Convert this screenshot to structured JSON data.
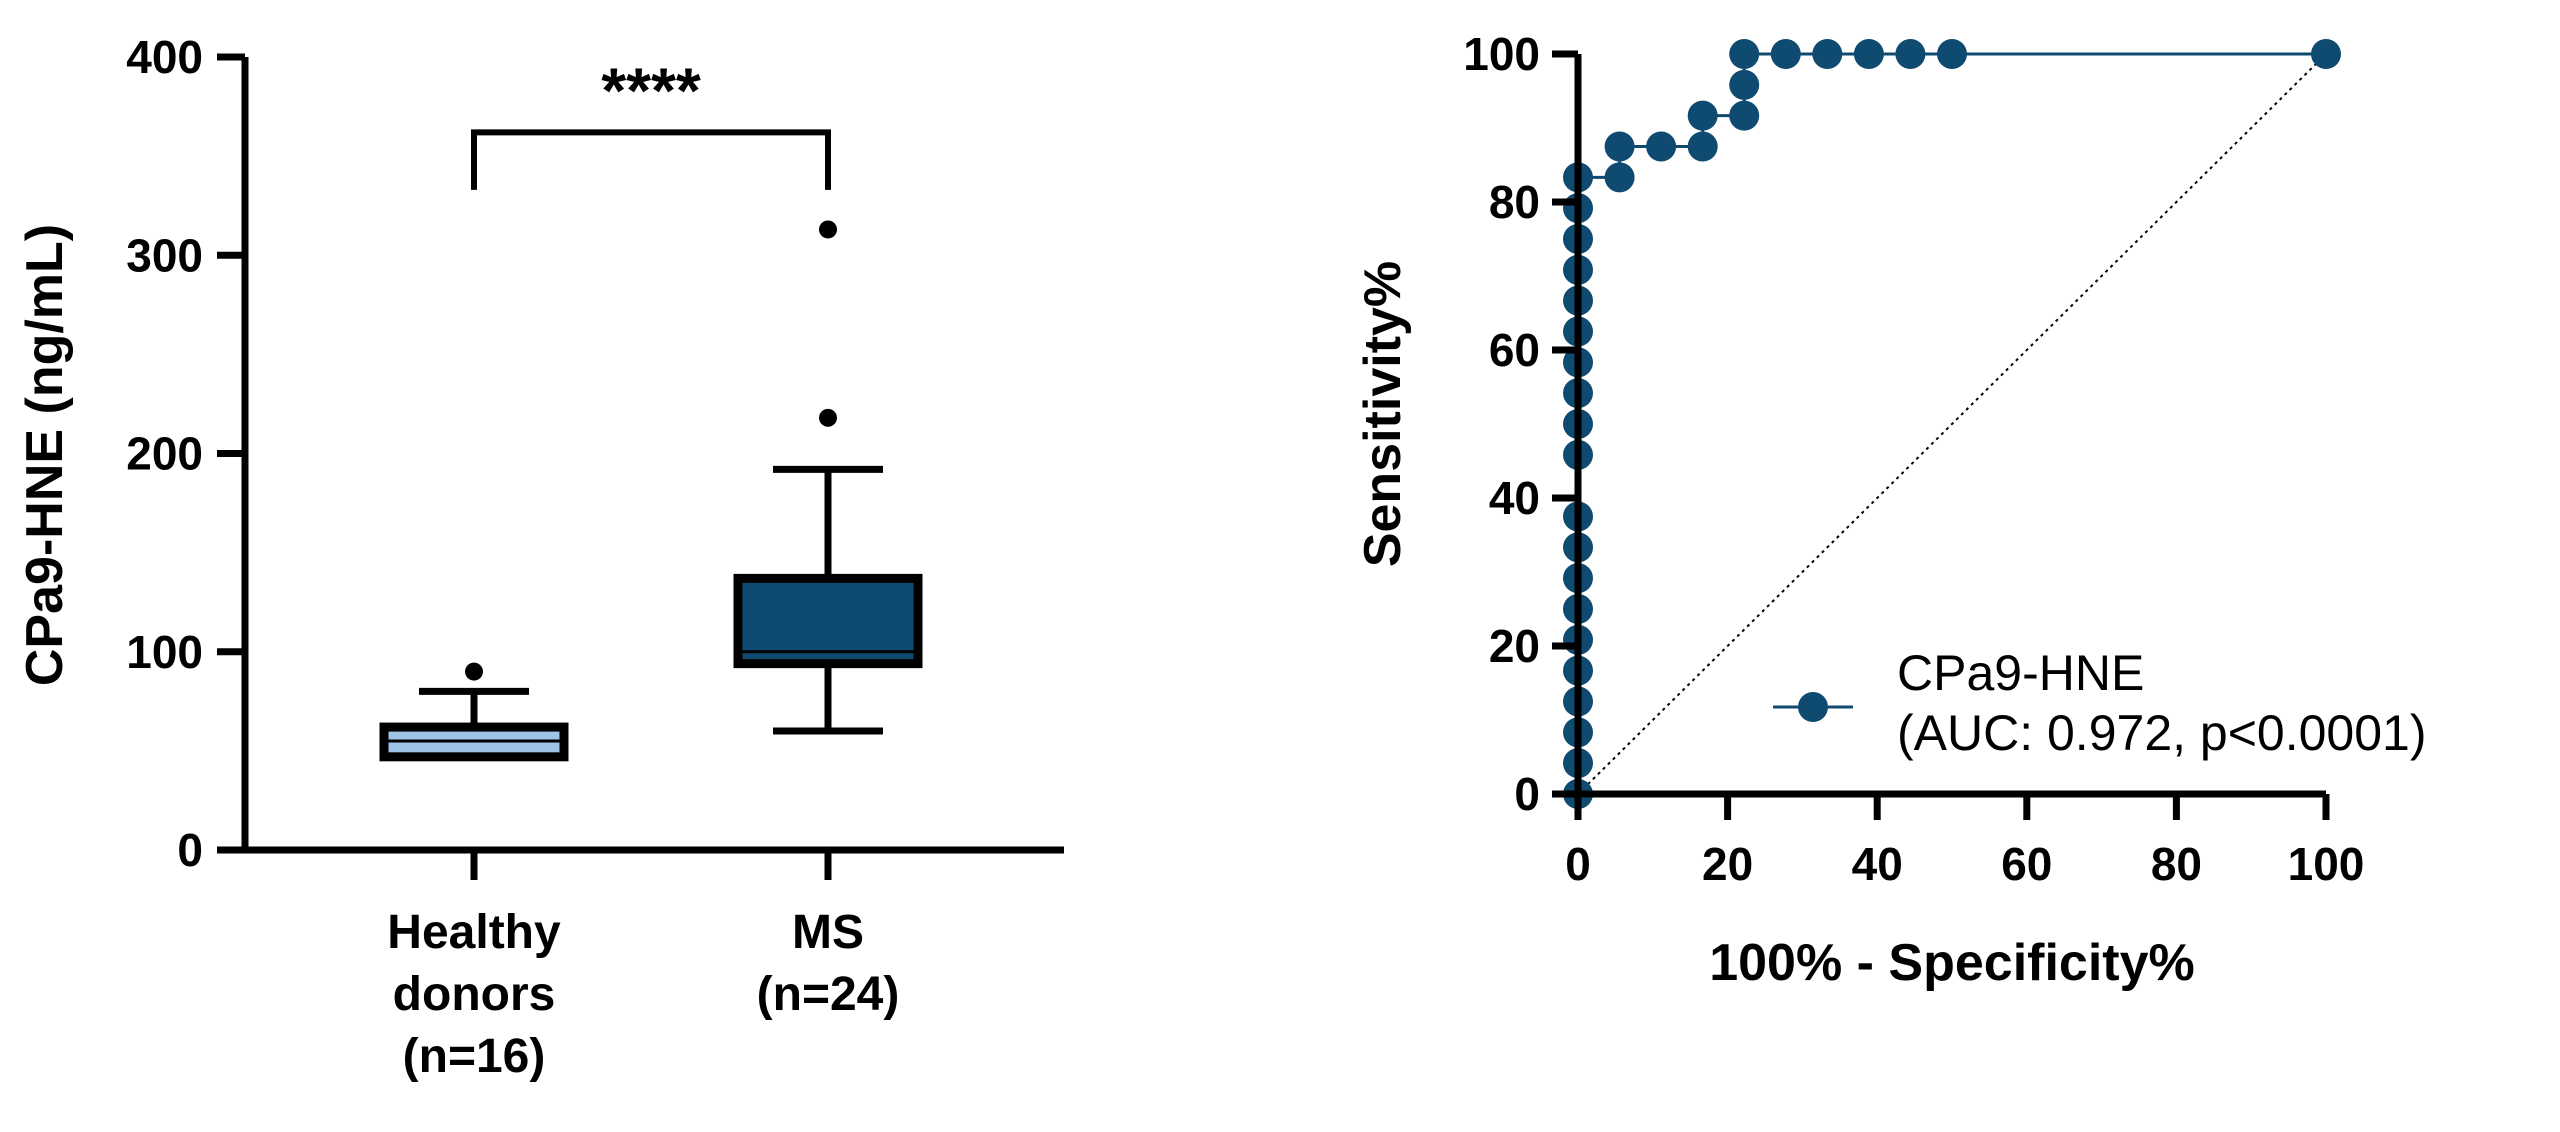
{
  "colors": {
    "healthy_fill": "#9dc3e6",
    "ms_fill": "#0f4a70",
    "roc_marker": "#0f4a70",
    "roc_line": "#0f4a70",
    "axis": "#000000"
  },
  "chart_data": [
    {
      "type": "box",
      "ylabel": "CPa9-HNE (ng/mL)",
      "ylim": [
        0,
        400
      ],
      "yticks": [
        "0",
        "100",
        "200",
        "300",
        "400"
      ],
      "ytick_values": [
        0,
        100,
        200,
        300,
        400
      ],
      "categories": [
        {
          "lines": [
            "Healthy",
            "donors",
            "(n=16)"
          ]
        },
        {
          "lines": [
            "MS",
            "(n=24)"
          ]
        }
      ],
      "boxes": [
        {
          "whisker_low": 47,
          "q1": 47,
          "median": 55,
          "q3": 62,
          "whisker_high": 80,
          "outliers": [
            90
          ]
        },
        {
          "whisker_low": 60,
          "q1": 94,
          "median": 100,
          "q3": 137,
          "whisker_high": 192,
          "outliers": [
            218,
            313
          ]
        }
      ],
      "significance": {
        "label": "****",
        "y": 362,
        "drop_to_left": 333,
        "drop_to_right": 333
      }
    },
    {
      "type": "line",
      "xlabel": "100% - Specificity%",
      "ylabel": "Sensitivity%",
      "xlim": [
        0,
        100
      ],
      "ylim": [
        0,
        100
      ],
      "xticks": [
        "0",
        "20",
        "40",
        "60",
        "80",
        "100"
      ],
      "xtick_values": [
        0,
        20,
        40,
        60,
        80,
        100
      ],
      "yticks": [
        "0",
        "20",
        "40",
        "60",
        "80",
        "100"
      ],
      "ytick_values": [
        0,
        20,
        40,
        60,
        80,
        100
      ],
      "series": [
        {
          "name_lines": [
            "CPa9-HNE",
            "(AUC: 0.972, p<0.0001)"
          ],
          "points": [
            [
              0,
              0
            ],
            [
              0,
              4.17
            ],
            [
              0,
              8.33
            ],
            [
              0,
              12.5
            ],
            [
              0,
              16.67
            ],
            [
              0,
              20.83
            ],
            [
              0,
              25
            ],
            [
              0,
              29.17
            ],
            [
              0,
              33.33
            ],
            [
              0,
              37.5
            ],
            [
              0,
              45.83
            ],
            [
              0,
              50
            ],
            [
              0,
              54.17
            ],
            [
              0,
              58.33
            ],
            [
              0,
              62.5
            ],
            [
              0,
              66.67
            ],
            [
              0,
              70.83
            ],
            [
              0,
              75
            ],
            [
              0,
              79.17
            ],
            [
              0,
              83.33
            ],
            [
              5.56,
              83.33
            ],
            [
              5.56,
              87.5
            ],
            [
              11.11,
              87.5
            ],
            [
              16.67,
              87.5
            ],
            [
              16.67,
              91.67
            ],
            [
              22.22,
              91.67
            ],
            [
              22.22,
              95.83
            ],
            [
              22.22,
              100
            ],
            [
              27.78,
              100
            ],
            [
              33.33,
              100
            ],
            [
              38.89,
              100
            ],
            [
              44.44,
              100
            ],
            [
              50,
              100
            ],
            [
              100,
              100
            ]
          ]
        }
      ],
      "reference_line": {
        "from": [
          0,
          0
        ],
        "to": [
          100,
          100
        ]
      },
      "legend": "lower-right"
    }
  ]
}
